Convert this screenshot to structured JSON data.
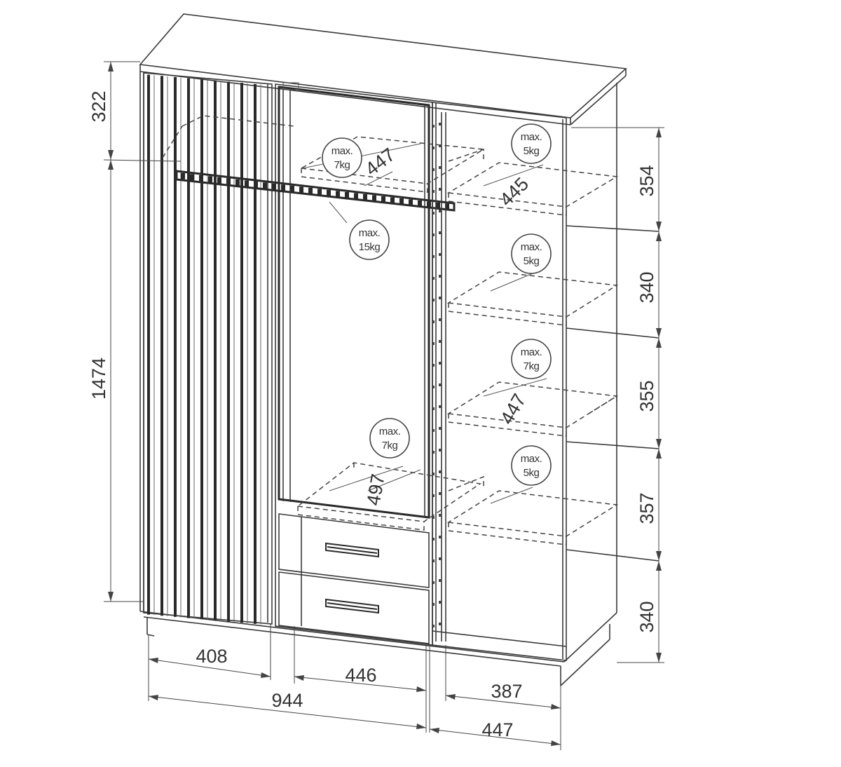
{
  "dimensions": {
    "width_left_door": "408",
    "width_middle": "446",
    "width_right": "387",
    "width_total": "944",
    "depth_total": "447",
    "height_top": "322",
    "height_main": "1474",
    "shelf_gap_1": "354",
    "shelf_gap_2": "340",
    "shelf_gap_3": "355",
    "shelf_gap_4": "357",
    "shelf_gap_5": "340",
    "depth_middle_upper": "447",
    "depth_middle_lower": "497",
    "depth_right_top": "445",
    "depth_right_third": "447"
  },
  "load_labels": {
    "max_line": "max.",
    "rod_upper": "7kg",
    "rail": "15kg",
    "right_top": "5kg",
    "right_second": "5kg",
    "right_third": "7kg",
    "right_fourth": "5kg",
    "middle_lower": "7kg"
  }
}
